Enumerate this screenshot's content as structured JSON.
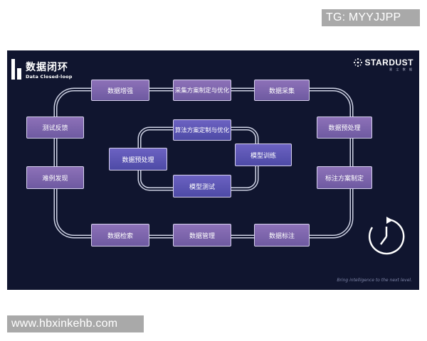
{
  "watermarks": {
    "top": "TG: MYYJJPP",
    "bottom": "www.hbxinkehb.com"
  },
  "header": {
    "title_cn": "数据闭环",
    "title_en": "Data Closed-loop",
    "brand_name": "STARDUST",
    "brand_sub": "星 尘 数 据"
  },
  "outer_loop": {
    "top_left": "数据增强",
    "top_center": "采集方案制定与优化",
    "top_right": "数据采集",
    "right_upper": "数据预处理",
    "right_lower": "标注方案制定",
    "bottom_right": "数据标注",
    "bottom_center": "数据管理",
    "bottom_left": "数据检索",
    "left_lower": "难例发现",
    "left_upper": "测试反馈"
  },
  "inner_loop": {
    "top": "算法方案定制与优化",
    "right": "模型训练",
    "bottom": "模型测试",
    "left": "数据预处理"
  },
  "tagline": "Bring  intelligence to the next level.",
  "colors": {
    "background": "#10152f",
    "node_purple": "#7d65ad",
    "node_blue": "#5b55b5",
    "track": "#d0d4e6"
  },
  "icons": {
    "logo": "data-loop-logo",
    "brand": "stardust-logo",
    "clock": "clock-refresh-icon"
  }
}
